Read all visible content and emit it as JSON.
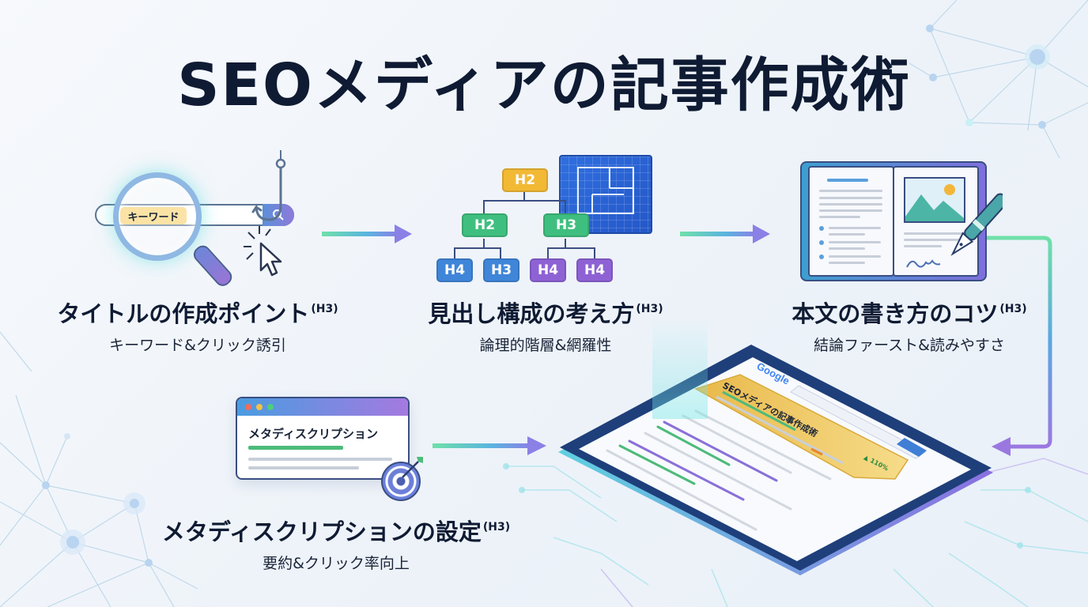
{
  "title": "SEOメディアの記事作成術",
  "colors": {
    "title": "#0f1b33",
    "arrow_start": "#6fe0a8",
    "arrow_end": "#8a80e6",
    "h2_top": "#f2b935",
    "h2_mid": "#3fbf7f",
    "h3_mid": "#3fbf7f",
    "h4_blue": "#3f86d9",
    "h4_purple": "#8e62d4",
    "snippet_gold": "#f3cf63"
  },
  "sections": [
    {
      "id": "title-points",
      "heading": "タイトルの作成ポイント",
      "level": "(H3)",
      "subtitle": "キーワード&クリック誘引",
      "illustration": {
        "search_chip": "キーワード",
        "icons": [
          "magnifier-icon",
          "search-icon",
          "fishhook-icon",
          "cursor-click-icon"
        ]
      }
    },
    {
      "id": "heading-structure",
      "heading": "見出し構成の考え方",
      "level": "(H3)",
      "subtitle": "論理的階層&網羅性",
      "illustration": {
        "tree": {
          "root": "H2",
          "level2": [
            "H2",
            "H3"
          ],
          "level3": [
            "H4",
            "H3",
            "H4",
            "H4"
          ]
        },
        "icons": [
          "blueprint-icon"
        ]
      }
    },
    {
      "id": "body-writing",
      "heading": "本文の書き方のコツ",
      "level": "(H3)",
      "subtitle": "結論ファースト&読みやすさ",
      "illustration": {
        "icons": [
          "open-book-icon",
          "image-icon",
          "fountain-pen-icon"
        ]
      }
    },
    {
      "id": "meta-description",
      "heading": "メタディスクリプションの設定",
      "level": "(H3)",
      "subtitle": "要約&クリック率向上",
      "illustration": {
        "window_title": "メタディスクリプション",
        "icons": [
          "browser-window-icon",
          "target-icon"
        ]
      }
    }
  ],
  "tablet": {
    "search_brand": "Google",
    "featured_result": "SEOメディアの記事作成術",
    "badge": "▲ 110%"
  }
}
